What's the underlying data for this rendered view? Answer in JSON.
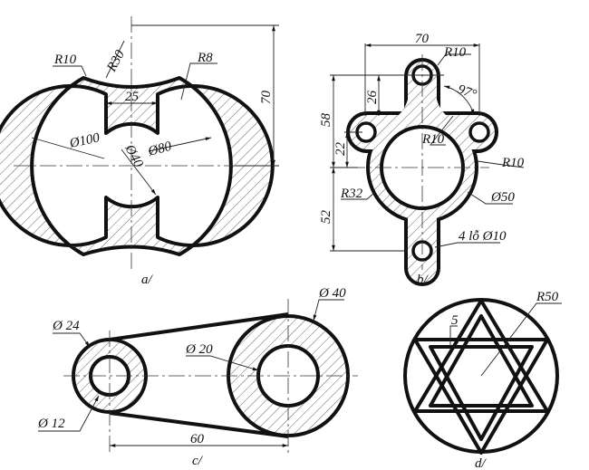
{
  "figures": {
    "a": {
      "caption": "a/",
      "labels": {
        "r10": "R10",
        "r30": "R30",
        "r8": "R8",
        "w25": "25",
        "d100": "Ø100",
        "d40": "Ø40",
        "d80": "Ø80",
        "h70": "70"
      }
    },
    "b": {
      "caption": "b/",
      "labels": {
        "w70": "70",
        "r10_top": "R10",
        "angle": "97°",
        "h26": "26",
        "h58": "58",
        "h22": "22",
        "r10_mid": "R10",
        "r10_right": "R10",
        "r32": "R32",
        "d50": "Ø50",
        "h52": "52",
        "holes": "4 lỗ Ø10"
      }
    },
    "c": {
      "caption": "c/",
      "labels": {
        "d24": "Ø 24",
        "d12": "Ø 12",
        "d20": "Ø 20",
        "d40": "Ø 40",
        "dist60": "60"
      }
    },
    "d": {
      "caption": "d/",
      "labels": {
        "r50": "R50",
        "w5": "5"
      }
    }
  },
  "colors": {
    "line": "#111111",
    "hatch": "#555555",
    "background": "#ffffff"
  }
}
